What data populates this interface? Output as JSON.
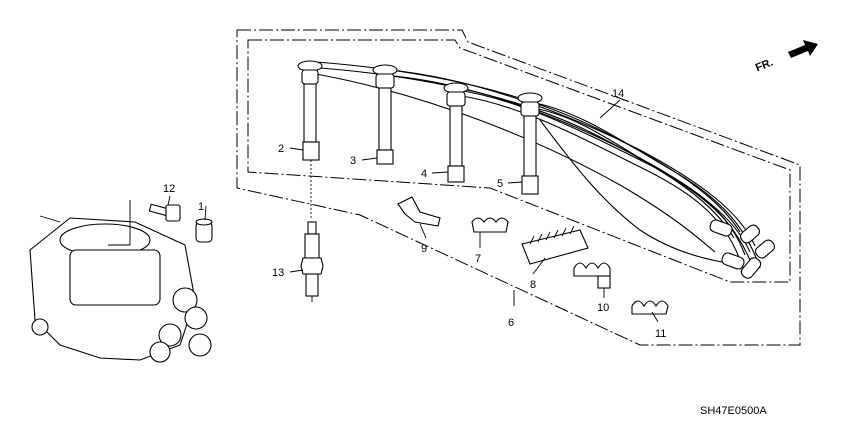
{
  "diagram_code": "SH47E0500A",
  "front_indicator": "FR.",
  "callouts": [
    {
      "id": "1",
      "text": "1"
    },
    {
      "id": "2",
      "text": "2"
    },
    {
      "id": "3",
      "text": "3"
    },
    {
      "id": "4",
      "text": "4"
    },
    {
      "id": "5",
      "text": "5"
    },
    {
      "id": "6",
      "text": "6"
    },
    {
      "id": "7",
      "text": "7"
    },
    {
      "id": "8",
      "text": "8"
    },
    {
      "id": "9",
      "text": "9"
    },
    {
      "id": "10",
      "text": "10"
    },
    {
      "id": "11",
      "text": "11"
    },
    {
      "id": "12",
      "text": "12"
    },
    {
      "id": "13",
      "text": "13"
    },
    {
      "id": "14",
      "text": "14"
    }
  ]
}
